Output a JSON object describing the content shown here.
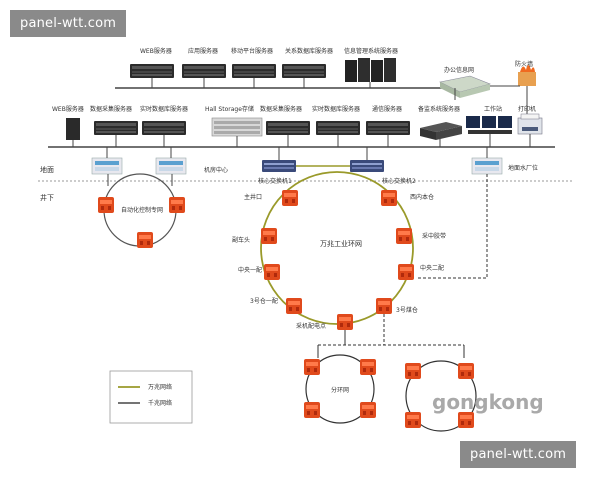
{
  "watermarks": {
    "top": "panel-wtt.com",
    "bottom": "panel-wtt.com"
  },
  "brand": "gongkong",
  "servers_top": [
    "WEB服务器",
    "应用服务器",
    "移动平台服务器",
    "关系数据库服务器",
    "信息管理系统服务器"
  ],
  "office_net": "办公信息网",
  "firewall": "防火墙",
  "servers_mid": [
    "WEB服务器",
    "数据采集服务器",
    "实时数据库服务器",
    "Hall Storage存储",
    "数据采集服务器",
    "实时数据库服务器",
    "通信服务器",
    "备监系统服务器",
    "工作站",
    "打印机"
  ],
  "ground_label": "地面",
  "underground_label": "井下",
  "machine_room": "机房中心",
  "core_switch_1": "核心交换机1",
  "core_switch_2": "核心交换机2",
  "dispatch": "地面水厂位",
  "auto_ring": "自动化控制专网",
  "main_ring": "万兆工业环网",
  "ring_nodes": [
    "主井口",
    "副车头",
    "中央一配",
    "3号仓一配",
    "采机配电点",
    "3号煤仓",
    "中央二配",
    "采中胶带",
    "西内本仓"
  ],
  "sub_ring": "分环网",
  "legend": {
    "green": "万兆网络",
    "black": "千兆网络"
  },
  "colors": {
    "ring_green": "#9a9a2a",
    "node_red": "#e04a1c",
    "server_dark": "#2a2a2a"
  }
}
